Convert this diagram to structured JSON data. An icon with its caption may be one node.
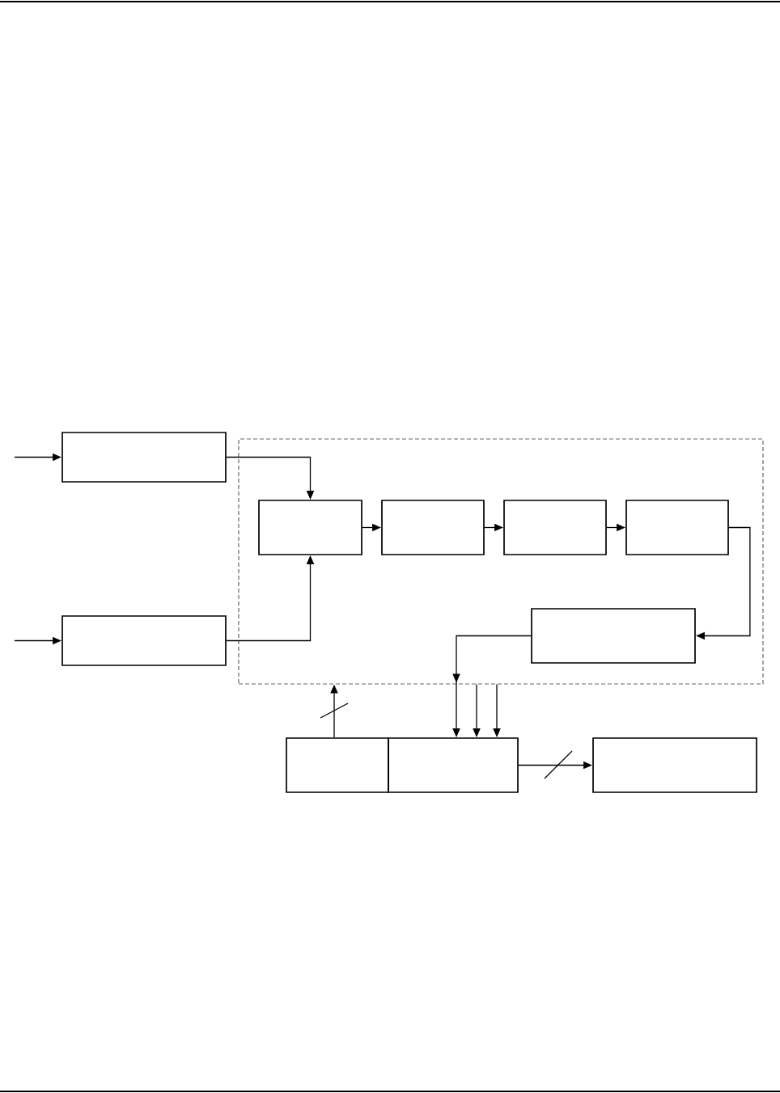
{
  "diagram": {
    "nodes": [
      {
        "text": [],
        "shape": "box"
      },
      {
        "text": [],
        "shape": "box"
      },
      {
        "text": [],
        "shape": "box",
        "in": 1
      },
      {
        "text": [],
        "shape": "box",
        "in": 1
      },
      {
        "text": [],
        "shape": "box",
        "in": 1
      },
      {
        "text": [],
        "shape": "box",
        "in": 1
      },
      {
        "text": [],
        "shape": "box",
        "in": 1
      },
      {
        "text": [],
        "shape": "box"
      },
      {
        "text": [],
        "shape": "box"
      },
      {
        "text": [],
        "shape": "box"
      },
      {
        "text": [],
        "shape": "box"
      }
    ],
    "edges": [
      {
        "from": null,
        "to": 0,
        "arrow": "to"
      },
      {
        "from": 0,
        "to": 2,
        "arrow": "to"
      },
      {
        "from": null,
        "to": 7,
        "arrow": "to"
      },
      {
        "from": 7,
        "to": 2,
        "arrow": "to"
      },
      {
        "from": 2,
        "to": 3,
        "arrow": "to"
      },
      {
        "from": 3,
        "to": 4,
        "arrow": "to"
      },
      {
        "from": 4,
        "to": 5,
        "arrow": "to"
      },
      {
        "from": 5,
        "to": 6,
        "arrow": "to"
      },
      {
        "from": 6,
        "to": 9,
        "arrow": "to"
      },
      {
        "from": 1,
        "to": 9,
        "arrow": "to"
      },
      {
        "from": 1,
        "to": 9,
        "arrow": "to"
      },
      {
        "from": 8,
        "to": 1,
        "arrow": "to"
      },
      {
        "from": 9,
        "to": 10,
        "arrow": "to"
      }
    ]
  }
}
